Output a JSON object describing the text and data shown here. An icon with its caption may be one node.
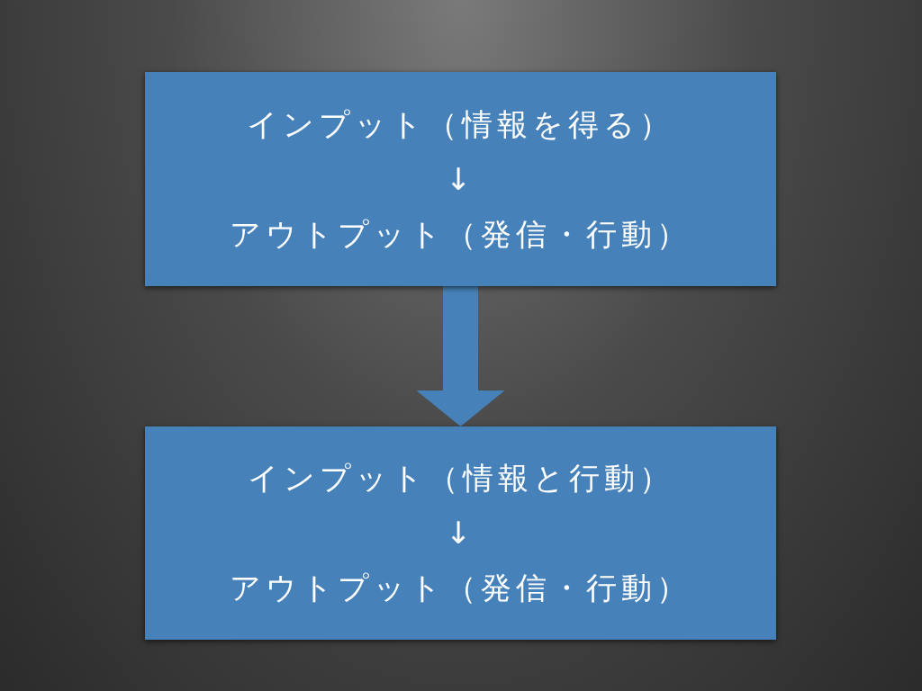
{
  "diagram": {
    "nodes": [
      {
        "text": [
          "インプット（情報を得る）",
          "↓",
          "アウトプット（発信・行動）"
        ]
      },
      {
        "text": [
          "インプット（情報と行動）",
          "↓",
          "アウトプット（発信・行動）"
        ]
      }
    ],
    "edges": [
      {
        "from": 0,
        "to": 1,
        "arrow": "to"
      }
    ]
  }
}
